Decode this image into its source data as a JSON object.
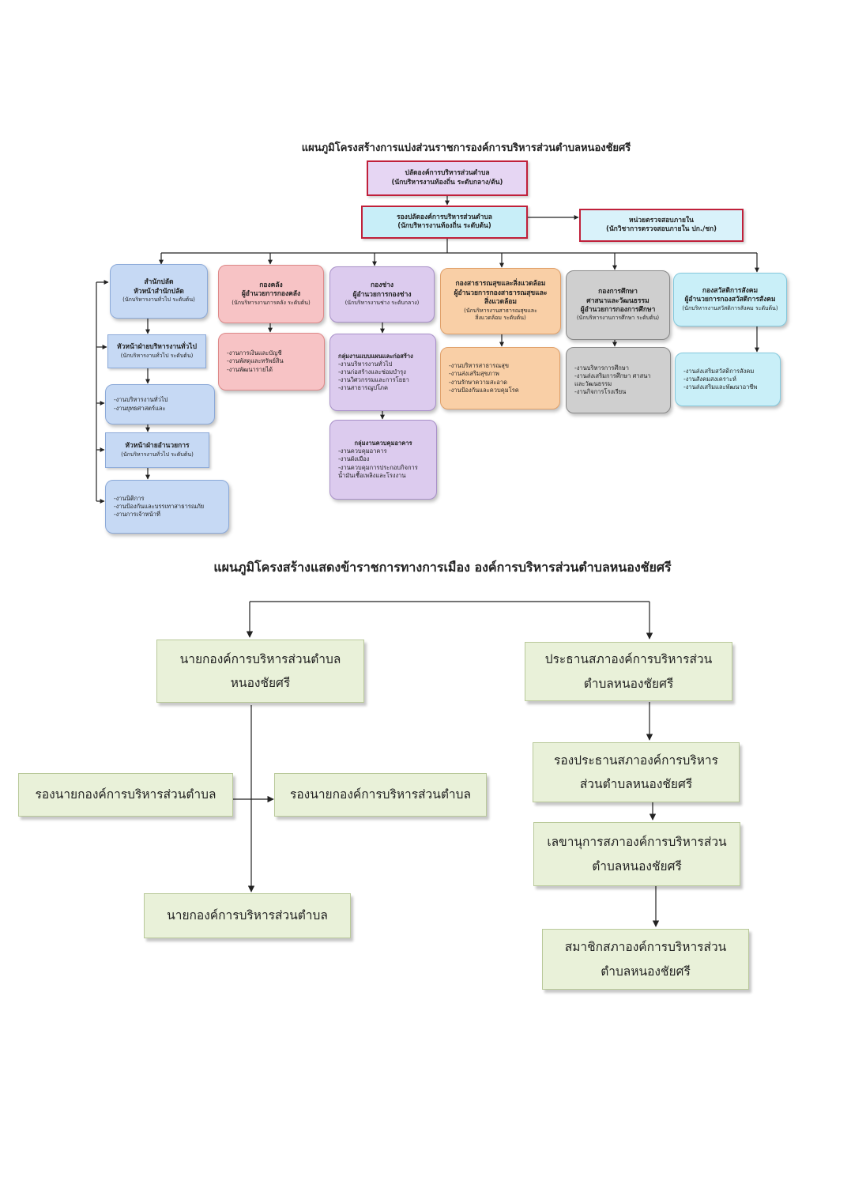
{
  "org_chart": {
    "title": "แผนภูมิโครงสร้างการแบ่งส่วนราชการองค์การบริหารส่วนตำบลหนองชัยศรี",
    "head": {
      "title": "ปลัดองค์การบริหารส่วนตำบล",
      "subtitle": "(นักบริหารงานท้องถิ่น ระดับกลาง/ต้น)"
    },
    "deputy": {
      "title": "รองปลัดองค์การบริหารส่วนตำบล",
      "subtitle": "(นักบริหารงานท้องถิ่น ระดับต้น)"
    },
    "audit": {
      "title": "หน่วยตรวจสอบภายใน",
      "subtitle": "(นักวิชาการตรวจสอบภายใน ปก./ชก)"
    },
    "office": {
      "title": "สำนักปลัด",
      "role": "หัวหน้าสำนักปลัด",
      "level": "(นักบริหารงานทั่วไป ระดับต้น)",
      "sub1_title": "หัวหน้าฝ่ายบริหารงานทั่วไป",
      "sub1_level": "(นักบริหารงานทั่วไป ระดับต้น)",
      "list1": [
        "-งานบริหารงานทั่วไป",
        "-งานยุทธศาสตร์และ"
      ],
      "sub2_title": "หัวหน้าฝ่ายอำนวยการ",
      "sub2_level": "(นักบริหารงานทั่วไป ระดับต้น)",
      "list2": [
        "-งานนิติการ",
        "-งานป้องกันและบรรเทาสาธารณภัย",
        "-งานการเจ้าหน้าที่"
      ]
    },
    "finance": {
      "title": "กองคลัง",
      "role": "ผู้อำนวยการกองคลัง",
      "level": "(นักบริหารงานการคลัง ระดับต้น)",
      "list": [
        "-งานการเงินและบัญชี",
        "-งานพัสดุและทรัพย์สิน",
        "-งานพัฒนารายได้"
      ]
    },
    "engineering": {
      "title": "กองช่าง",
      "role": "ผู้อำนวยการกองช่าง",
      "level": "(นักบริหารงานช่าง ระดับกลาง)",
      "group1_title": "กลุ่มงานแบบแผนและก่อสร้าง",
      "group1_list": [
        "-งานบริหารงานทั่วไป",
        "-งานก่อสร้างและซ่อมบำรุง",
        "-งานวิศวกรรมและการโยธา",
        "-งานสาธารณูปโภค"
      ],
      "group2_title": "กลุ่มงานควบคุมอาคาร",
      "group2_list": [
        "-งานควบคุมอาคาร",
        "-งานผังเมือง",
        "-งานควบคุมการประกอบกิจการ",
        "น้ำมันเชื้อเพลิงและโรงงาน"
      ]
    },
    "health": {
      "title": "กองสาธารณสุขและสิ่งแวดล้อม",
      "role_lines": [
        "ผู้อำนวยการกองสาธารณสุขและ",
        "สิ่งแวดล้อม"
      ],
      "level_lines": [
        "(นักบริหารงานสาธารณสุขและ",
        "สิ่งแวดล้อม ระดับต้น)"
      ],
      "list": [
        "-งานบริหารสาธารณสุข",
        "-งานส่งเสริมสุขภาพ",
        "-งานรักษาความสะอาด",
        "-งานป้องกันและควบคุมโรค"
      ]
    },
    "education": {
      "title": "กองการศึกษา",
      "title2": "ศาสนาและวัฒนธรรม",
      "role": "ผู้อำนวยการกองการศึกษา",
      "level": "(นักบริหารงานการศึกษา ระดับต้น)",
      "list": [
        "-งานบริหารการศึกษา",
        "-งานส่งเสริมการศึกษา ศาสนา",
        "และวัฒนธรรม",
        "-งานกิจการโรงเรียน"
      ]
    },
    "welfare": {
      "title": "กองสวัสดิการสังคม",
      "role": "ผู้อำนวยการกองสวัสดิการสังคม",
      "level": "(นักบริหารงานสวัสดิการสังคม ระดับต้น)",
      "list": [
        "-งานส่งเสริมสวัสดิการสังคม",
        "-งานสังคมสงเคราะห์",
        "-งานส่งเสริมและพัฒนาอาชีพ"
      ]
    }
  },
  "political_chart": {
    "title": "แผนภูมิโครงสร้างแสดงข้าราชการทางการเมือง องค์การบริหารส่วนตำบลหนองชัยศรี",
    "mayor": [
      "นายกองค์การบริหารส่วนตำบล",
      "หนองชัยศรี"
    ],
    "deputy_left": "รองนายกองค์การบริหารส่วนตำบล",
    "deputy_right": "รองนายกองค์การบริหารส่วนตำบล",
    "mayor_bottom": "นายกองค์การบริหารส่วนตำบล",
    "council_president": [
      "ประธานสภาองค์การบริหารส่วน",
      "ตำบลหนองชัยศรี"
    ],
    "council_vice": [
      "รองประธานสภาองค์การบริหาร",
      "ส่วนตำบลหนองชัยศรี"
    ],
    "council_secretary": [
      "เลขานุการสภาองค์การบริหารส่วน",
      "ตำบลหนองชัยศรี"
    ],
    "council_member": [
      "สมาชิกสภาองค์การบริหารส่วน",
      "ตำบลหนองชัยศรี"
    ]
  }
}
